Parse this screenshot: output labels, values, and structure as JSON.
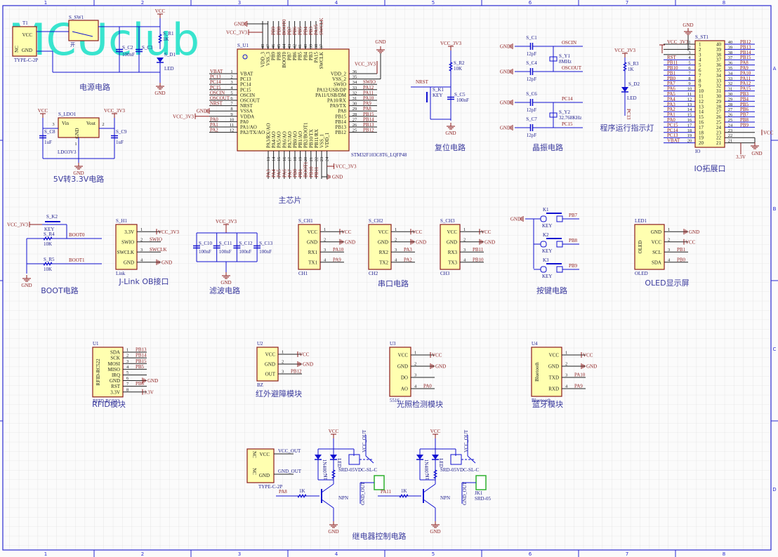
{
  "watermark": "MCUclub",
  "colors": {
    "wire": "#1010d0",
    "power": "#8b1a1a",
    "chip_fill": "#ffffb0",
    "chip_stroke": "#8b1a1a",
    "title": "#3b3b9e",
    "watermark": "#2fe3cc",
    "grid": "#e2e2e2",
    "border": "#2a2ad0"
  },
  "zones": {
    "columns": [
      "1",
      "2",
      "3",
      "4",
      "5",
      "6",
      "7",
      "8"
    ],
    "rows": [
      "A",
      "B",
      "C",
      "D"
    ]
  },
  "labels": {
    "gnd": "GND",
    "vcc": "VCC",
    "vcc3v3": "VCC_3V3"
  },
  "sections": {
    "power": "电源电路",
    "ldo": "5V转3.3V电路",
    "mcu": "主芯片",
    "reset": "复位电路",
    "crystal": "晶振电路",
    "led": "程序运行指示灯",
    "io": "IO拓展口",
    "boot": "BOOT电路",
    "jlink": "J-Link OB接口",
    "filter": "滤波电路",
    "uart": "串口电路",
    "keys": "按键电路",
    "oled": "OLED显示屏",
    "rfid": "RFID模块",
    "ir": "红外避障模块",
    "light": "光照检测模块",
    "bt": "蓝牙模块",
    "relay": "继电器控制电路"
  },
  "power_circuit": {
    "t1": "T1",
    "t1_pins": [
      "VCC",
      "NC",
      "GND"
    ],
    "t1_part": "TYPE-C-2P",
    "sw": "S_SW1",
    "sw_label": "开",
    "c2": "S_C2",
    "c2_val": "100nF",
    "c3": "S_C3",
    "r1": "S_R1",
    "r1_val": "1K",
    "d1": "S_D1",
    "led": "LED"
  },
  "ldo_circuit": {
    "ref": "S_LDO1",
    "vin": "Vin",
    "vout": "Vout",
    "gnd": "GND",
    "part": "LDO3V3",
    "c8": "S_C8",
    "c9": "S_C9",
    "cap_val": "1uF",
    "pins": [
      "3",
      "2",
      "1"
    ]
  },
  "mcu": {
    "ref": "S_U1",
    "part": "STM32F103C8T6_LQFP48",
    "left": [
      [
        "1",
        "VBAT",
        "VBAT"
      ],
      [
        "2",
        "PC13",
        "PC13"
      ],
      [
        "3",
        "PC14",
        "PC14"
      ],
      [
        "4",
        "PC15",
        "PC15"
      ],
      [
        "5",
        "OSCIN",
        "OSCIN"
      ],
      [
        "6",
        "OSCOUT",
        "OSCOUT"
      ],
      [
        "7",
        "NRST",
        "NRST"
      ],
      [
        "8",
        "VSSA",
        "GND"
      ],
      [
        "9",
        "VDDA",
        "VCC_3V3"
      ],
      [
        "10",
        "PA0",
        "PA0"
      ],
      [
        "11",
        "PA1/AO",
        "PA1"
      ],
      [
        "12",
        "PA2/TX/AO",
        "PA2"
      ]
    ],
    "right": [
      [
        "36",
        "VDD_2",
        "VCC_3V3"
      ],
      [
        "35",
        "VSS_2",
        "GND"
      ],
      [
        "34",
        "SWIO",
        "SWIO"
      ],
      [
        "33",
        "PA12/USB/DP",
        "PA12"
      ],
      [
        "32",
        "PA11/USB/DM",
        "PA11"
      ],
      [
        "31",
        "PA10/RX",
        "PA10"
      ],
      [
        "30",
        "PA9/TX",
        "PA9"
      ],
      [
        "29",
        "PA8",
        "PA8"
      ],
      [
        "28",
        "PB15",
        "PB15"
      ],
      [
        "27",
        "PB14",
        "PB14"
      ],
      [
        "26",
        "PB13",
        "PB13"
      ],
      [
        "25",
        "PB12",
        "PB12"
      ]
    ],
    "top": [
      [
        "48",
        "VDD_3",
        "VCC_3V3"
      ],
      [
        "47",
        "VSS_3",
        "GND"
      ],
      [
        "46",
        "PB9",
        "PB9"
      ],
      [
        "45",
        "PB8",
        "PB8"
      ],
      [
        "44",
        "BOOT0",
        "BOOT0"
      ],
      [
        "43",
        "PB7",
        "PB7"
      ],
      [
        "42",
        "PB6",
        "PB6"
      ],
      [
        "41",
        "PB5",
        "PB5"
      ],
      [
        "40",
        "PB4",
        "PB4"
      ],
      [
        "39",
        "PB3",
        "PB3"
      ],
      [
        "38",
        "PA15",
        "PA15"
      ],
      [
        "37",
        "SWCLK",
        "SWCLK"
      ]
    ],
    "bottom": [
      [
        "13",
        "PA3/RX/AO",
        "PA3"
      ],
      [
        "14",
        "PA4/AO",
        "PA4"
      ],
      [
        "15",
        "PA5/AO",
        "PA5"
      ],
      [
        "16",
        "PA6/AO",
        "PA6"
      ],
      [
        "17",
        "PA7/AO",
        "PA7"
      ],
      [
        "18",
        "PB0/AO",
        "PB0"
      ],
      [
        "19",
        "PB1/AO",
        "PB1"
      ],
      [
        "20",
        "PB2/BOOT1",
        "BOOT1"
      ],
      [
        "21",
        "PB10/TX",
        "PB10"
      ],
      [
        "22",
        "PB11/RX",
        "PB11"
      ],
      [
        "23",
        "VSS_1",
        "GND"
      ],
      [
        "24",
        "VDD_1",
        "VCC_3V3"
      ]
    ]
  },
  "reset": {
    "r2": "S_R2",
    "r2_val": "10K",
    "k1": "S_K1",
    "k1_val": "KEY",
    "c5": "S_C5",
    "c5_val": "100nF",
    "nrst": "NRST"
  },
  "crystal": {
    "caps": [
      [
        "S_C1",
        "12pF",
        "OSCIN"
      ],
      [
        "S_C4",
        "12pF",
        "OSCOUT"
      ],
      [
        "S_C6",
        "12pF",
        "PC14"
      ],
      [
        "S_C7",
        "12pF",
        "PC15"
      ]
    ],
    "y1": "S_Y1",
    "y1_val": "8MHz",
    "y2": "S_Y2",
    "y2_val": "32.768KHz"
  },
  "indicator": {
    "r3": "S_R3",
    "r3_val": "1K",
    "d2": "S_D2",
    "led": "LED",
    "net": "PC13"
  },
  "io_header": {
    "ref": "S_ST1",
    "part": "IO",
    "left": [
      [
        "1",
        "VCC_3V3"
      ],
      [
        "2",
        ""
      ],
      [
        "3",
        ""
      ],
      [
        "4",
        "RST"
      ],
      [
        "5",
        "PB11"
      ],
      [
        "6",
        "PB10"
      ],
      [
        "7",
        "PB1"
      ],
      [
        "8",
        "PB0"
      ],
      [
        "9",
        "PA7"
      ],
      [
        "10",
        "PA6"
      ],
      [
        "11",
        "PA5"
      ],
      [
        "12",
        "PA4"
      ],
      [
        "13",
        "PA3"
      ],
      [
        "14",
        "PA2"
      ],
      [
        "15",
        "PA1"
      ],
      [
        "16",
        "PA0"
      ],
      [
        "17",
        "PC15"
      ],
      [
        "18",
        "PC14"
      ],
      [
        "19",
        "PC13"
      ],
      [
        "20",
        "VBAT"
      ]
    ],
    "right": [
      [
        "40",
        "PB12"
      ],
      [
        "39",
        "PB13"
      ],
      [
        "38",
        "PB14"
      ],
      [
        "37",
        "PB15"
      ],
      [
        "36",
        "PA8"
      ],
      [
        "35",
        "PA9"
      ],
      [
        "34",
        "PA10"
      ],
      [
        "33",
        "PA11"
      ],
      [
        "32",
        "PA12"
      ],
      [
        "31",
        "PA15"
      ],
      [
        "30",
        "PB3"
      ],
      [
        "29",
        "PB4"
      ],
      [
        "28",
        "PB5"
      ],
      [
        "27",
        "PB6"
      ],
      [
        "26",
        "PB7"
      ],
      [
        "25",
        "PB8"
      ],
      [
        "24",
        "PB9"
      ],
      [
        "23",
        "VCC"
      ],
      [
        "22",
        "GND"
      ],
      [
        "21",
        "3.3V"
      ]
    ]
  },
  "boot": {
    "k2": "S_K2",
    "k2_val": "KEY",
    "r4": "S_R4",
    "r5": "S_R5",
    "r_val": "10K",
    "boot0": "BOOT0",
    "boot1": "BOOT1"
  },
  "filter": {
    "caps": [
      [
        "S_C10",
        "100nF"
      ],
      [
        "S_C11",
        "100nF"
      ],
      [
        "S_C12",
        "100nF"
      ],
      [
        "S_C13",
        "100nF"
      ]
    ]
  },
  "modules": {
    "h1": {
      "ref": "S_H1",
      "part": "Link",
      "body": "",
      "pins": [
        [
          "1",
          "3.3V",
          "VCC_3V3"
        ],
        [
          "2",
          "SWIO",
          "SWIO"
        ],
        [
          "3",
          "SWCLK",
          "SWCLK"
        ],
        [
          "4",
          "GND",
          "GND"
        ]
      ]
    },
    "ch1": {
      "ref": "S_CH1",
      "part": "CH1",
      "body": "",
      "pins": [
        [
          "1",
          "VCC",
          "VCC"
        ],
        [
          "2",
          "GND",
          "GND"
        ],
        [
          "3",
          "RX1",
          "PA10"
        ],
        [
          "4",
          "TX1",
          "PA9"
        ]
      ]
    },
    "ch2": {
      "ref": "S_CH2",
      "part": "CH2",
      "body": "",
      "pins": [
        [
          "1",
          "VCC",
          "VCC"
        ],
        [
          "2",
          "GND",
          "GND"
        ],
        [
          "3",
          "RX2",
          "PA3"
        ],
        [
          "4",
          "TX2",
          "PA2"
        ]
      ]
    },
    "ch3": {
      "ref": "S_CH3",
      "part": "CH3",
      "body": "",
      "pins": [
        [
          "1",
          "VCC",
          "VCC"
        ],
        [
          "2",
          "GND",
          "GND"
        ],
        [
          "3",
          "RX3",
          "PB11"
        ],
        [
          "4",
          "TX3",
          "PB10"
        ]
      ]
    },
    "oled": {
      "ref": "LED1",
      "part": "OLED",
      "body": "OLED",
      "pins": [
        [
          "1",
          "GND",
          "GND"
        ],
        [
          "2",
          "VCC",
          "VCC"
        ],
        [
          "3",
          "SCL",
          "PB1"
        ],
        [
          "4",
          "SDA",
          "PB0"
        ]
      ]
    },
    "rfid": {
      "ref": "U1",
      "part": "RFID-RC522",
      "body": "RFID-RC522",
      "pins": [
        [
          "1",
          "SDA",
          "PB13"
        ],
        [
          "2",
          "SCK",
          "PB14"
        ],
        [
          "3",
          "MOSI",
          "PB15"
        ],
        [
          "4",
          "MISO",
          "PB5"
        ],
        [
          "5",
          "IRQ",
          ""
        ],
        [
          "6",
          "GND",
          "GND"
        ],
        [
          "7",
          "RST",
          "PB6"
        ],
        [
          "8",
          "3.3V",
          "3.3V"
        ]
      ]
    },
    "ir": {
      "ref": "U2",
      "part": "BZ",
      "body": "",
      "pins": [
        [
          "1",
          "VCC",
          "VCC"
        ],
        [
          "2",
          "GND",
          "GND"
        ],
        [
          "3",
          "OUT",
          "PB12"
        ]
      ]
    },
    "light": {
      "ref": "U3",
      "part": "5516",
      "body": "",
      "pins": [
        [
          "1",
          "VCC",
          "VCC"
        ],
        [
          "2",
          "GND",
          "GND"
        ],
        [
          "3",
          "DO",
          ""
        ],
        [
          "4",
          "AO",
          "PA0"
        ]
      ]
    },
    "bt": {
      "ref": "U4",
      "part": "Bluetooth",
      "body": "Bluetooth",
      "pins": [
        [
          "1",
          "VCC",
          "VCC"
        ],
        [
          "2",
          "GND",
          "GND"
        ],
        [
          "3",
          "TXD",
          "PA10"
        ],
        [
          "4",
          "RXD",
          "PA9"
        ]
      ]
    }
  },
  "keys": [
    [
      "K1",
      "KEY",
      "PB7"
    ],
    [
      "K2",
      "KEY",
      "PB8"
    ],
    [
      "K3",
      "KEY",
      "PB9"
    ]
  ],
  "relay": {
    "usb": {
      "pins": [
        "NC",
        "VCC",
        "GND",
        "NC"
      ],
      "part": "TYPE-C-2P",
      "vcc_out": "VCC_OUT",
      "gnd_out": "GND_OUT"
    },
    "channels": [
      {
        "input": "PA8",
        "r_base": "1K",
        "r_led": "1K",
        "diode": "1N4007",
        "led": "LED",
        "relay": "SRD-05VDC-SL-C",
        "transistor": "NPN",
        "vcc_out": "VCC_OUT",
        "gnd_out": "GND_OUT",
        "jack": "",
        "jack_part": ""
      },
      {
        "input": "PA11",
        "r_base": "1K",
        "r_led": "1K",
        "diode": "1N4007",
        "led": "LED",
        "relay": "SRD-05VDC-SL-C",
        "transistor": "NPN",
        "vcc_out": "VCC_OUT",
        "gnd_out": "GND_OUT",
        "jack": "JK1",
        "jack_part": "SRD-05"
      }
    ]
  }
}
